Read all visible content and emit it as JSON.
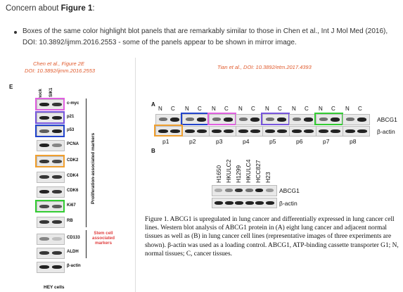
{
  "heading": {
    "prefix": "Concern about ",
    "bold": "Figure 1",
    "suffix": ":"
  },
  "bullet": "Boxes of the same color highlight blot panels that are remarkably similar to those in Chen et al., Int J Mol Med (2016), DOI: 10.3892/ijmm.2016.2553 - some of the panels appear to be shown in mirror image.",
  "left_figure": {
    "source_line1": "Chen et al., Figure 2E",
    "source_line2": "DOI: 10.3892/ijmm.2016.2553",
    "panel_letter": "E",
    "columns": [
      "mock",
      "SIK1"
    ],
    "rows": [
      "c-myc",
      "p21",
      "p53",
      "PCNA",
      "CDK2",
      "CDK4",
      "CDK6",
      "Ki67",
      "RB",
      "CD133",
      "ALDH",
      "β-actin"
    ],
    "group1_label": "Proliferation-associated markers",
    "group2_label": "Stem cell associated markers",
    "footer": "HEY cells"
  },
  "right_figure": {
    "source": "Tian et al., DOI: 10.3892/etm.2017.4393",
    "panel_a": "A",
    "panel_b": "B",
    "nc_header": [
      "N",
      "C",
      "N",
      "C",
      "N",
      "C",
      "N",
      "C",
      "N",
      "C",
      "N",
      "C",
      "N",
      "C",
      "N",
      "C"
    ],
    "row_labels": [
      "ABCG1",
      "β-actin"
    ],
    "patient_labels": [
      "p1",
      "p2",
      "p3",
      "p4",
      "p5",
      "p6",
      "p7",
      "p8"
    ],
    "cell_lines": [
      "H1650",
      "HKULC2",
      "H1299",
      "HKULC4",
      "HCC827",
      "H23"
    ],
    "b_row_labels": [
      "ABCG1",
      "β-actin"
    ],
    "caption": "Figure 1. ABCG1 is upregulated in lung cancer and differentially expressed in lung cancer cell lines. Western blot analysis of ABCG1 protein in (A) eight lung cancer and adjacent normal tissues as well as (B) in lung cancer cell lines (representative images of three experiments are shown). β-actin was used as a loading control. ABCG1, ATP-binding cassette transporter G1; N, normal tissues; C, cancer tissues."
  },
  "highlight_colors": {
    "pink": "#e060e0",
    "blue": "#2244cc",
    "orange": "#f0a030",
    "green": "#33cc33",
    "purple": "#7755dd"
  }
}
